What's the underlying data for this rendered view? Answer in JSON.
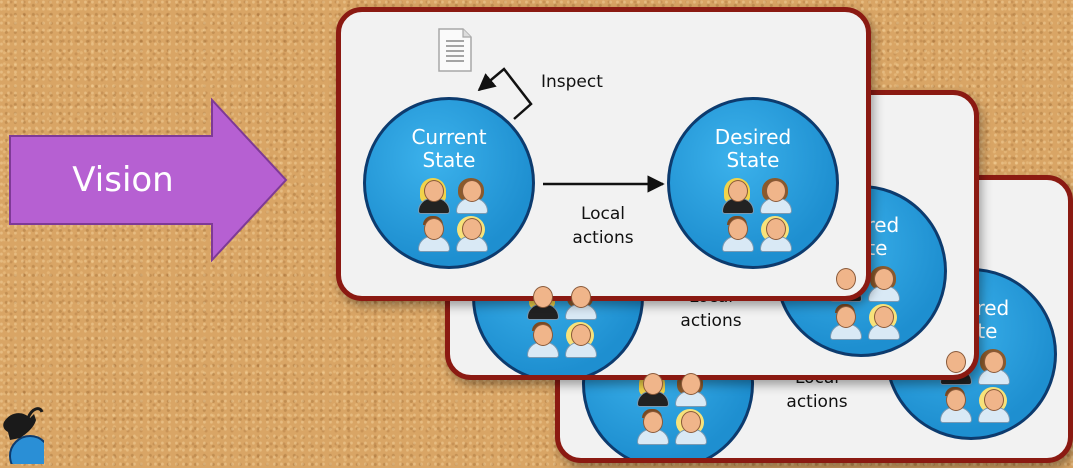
{
  "vision": {
    "label": "Vision",
    "color": "#b660d2"
  },
  "cards": [
    {
      "current_state": {
        "line1": "Current",
        "line2": "State"
      },
      "desired_state": {
        "line1": "Desired",
        "line2": "State"
      },
      "actions": {
        "line1": "Local",
        "line2": "actions"
      },
      "inspect": "Inspect"
    },
    {
      "desired_state": {
        "line1": "Desired",
        "line2": "State"
      },
      "actions": {
        "line1": "Local",
        "line2": "actions"
      }
    },
    {
      "desired_state": {
        "line1": "Desired",
        "line2": "State"
      },
      "actions": {
        "line1": "Local",
        "line2": "actions"
      }
    }
  ],
  "colors": {
    "card_border": "#8b1a12",
    "state_fill": "#2a9fe0",
    "state_border": "#0d3b6e"
  }
}
